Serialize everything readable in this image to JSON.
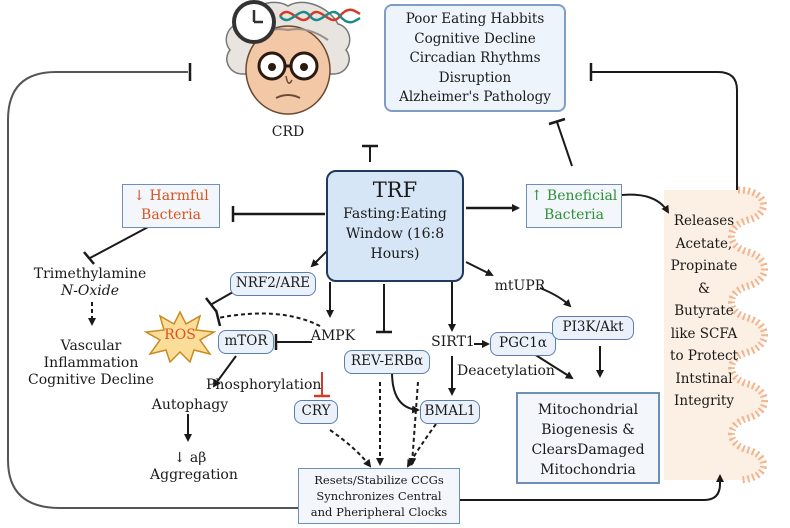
{
  "crd": {
    "label": "CRD"
  },
  "top_box": {
    "lines": [
      "Poor Eating Habbits",
      "Cognitive Decline",
      "Circadian Rhythms",
      "Disruption",
      "Alzheimer's Pathology"
    ]
  },
  "trf": {
    "title": "TRF",
    "lines": [
      "Fasting:Eating",
      "Window (16:8",
      "Hours)"
    ]
  },
  "harmful": {
    "arrow": "↓",
    "line1": "Harmful",
    "line2": "Bacteria",
    "color": "#d9531e"
  },
  "beneficial": {
    "arrow": "↑",
    "line1": "Beneficial",
    "line2": "Bacteria",
    "color": "#2f8f3a"
  },
  "tmao": {
    "line1": "Trimethylamine",
    "line2": "N-Oxide"
  },
  "vascular": {
    "lines": [
      "Vascular",
      "Inflammation",
      "Cognitive Decline"
    ]
  },
  "ros": {
    "label": "ROS",
    "color": "#d9531e"
  },
  "nodes": {
    "nrf2": "NRF2/ARE",
    "mtor": "mTOR",
    "ampk": "AMPK",
    "reverb": "REV-ERBα",
    "sirt1": "SIRT1",
    "pgc1a": "PGC1α",
    "pi3k": "PI3K/Akt",
    "cry": "CRY",
    "bmal1": "BMAL1",
    "mtupr": "mtUPR"
  },
  "labels": {
    "phosphorylation": "Phosphorylation",
    "deacetylation": "Deacetylation",
    "autophagy": "Autophagy",
    "abeta_line1": "↓ aβ",
    "abeta_line2": "Aggregation"
  },
  "mito_box": {
    "lines": [
      "Mitochondrial",
      "Biogenesis &",
      "ClearsDamaged",
      "Mitochondria"
    ]
  },
  "ccg_box": {
    "lines": [
      "Resets/Stabilize CCGs",
      "Synchronizes Central",
      "and Pheripheral Clocks"
    ]
  },
  "scfa": {
    "lines": [
      "Releases",
      "Acetate,",
      "Propinate",
      "&",
      "Butyrate",
      "like SCFA",
      "to Protect",
      "Intstinal",
      "Integrity"
    ]
  }
}
